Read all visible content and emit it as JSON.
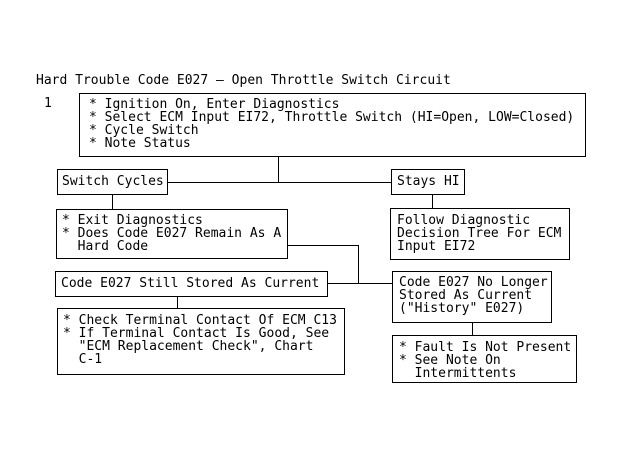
{
  "diagram": {
    "title": "Hard Trouble Code E027 – Open Throttle Switch Circuit",
    "step_number": "1",
    "colors": {
      "ink": "#000000",
      "background": "#ffffff"
    },
    "nodes": {
      "step1": {
        "lines": [
          "* Ignition On, Enter Diagnostics",
          "* Select ECM Input EI72, Throttle Switch (HI=Open, LOW=Closed)",
          "* Cycle Switch",
          "* Note Status"
        ]
      },
      "switch_cycles": {
        "lines": [
          "Switch Cycles"
        ]
      },
      "stays_hi": {
        "lines": [
          "Stays HI"
        ]
      },
      "exit_diagnostics": {
        "lines": [
          "* Exit Diagnostics",
          "* Does Code E027 Remain As A",
          "  Hard Code"
        ]
      },
      "follow_diagnostic": {
        "lines": [
          "Follow Diagnostic",
          "Decision Tree For ECM",
          "Input EI72"
        ]
      },
      "still_stored": {
        "lines": [
          "Code E027 Still Stored As Current"
        ]
      },
      "no_longer": {
        "lines": [
          "Code E027 No Longer",
          "Stored As Current",
          "(\"History\" E027)"
        ]
      },
      "check_terminal": {
        "lines": [
          "* Check Terminal Contact Of ECM C13",
          "* If Terminal Contact Is Good, See",
          "  \"ECM Replacement Check\", Chart",
          "  C-1"
        ]
      },
      "fault_not_present": {
        "lines": [
          "* Fault Is Not Present",
          "* See Note On",
          "  Intermittents"
        ]
      }
    }
  }
}
